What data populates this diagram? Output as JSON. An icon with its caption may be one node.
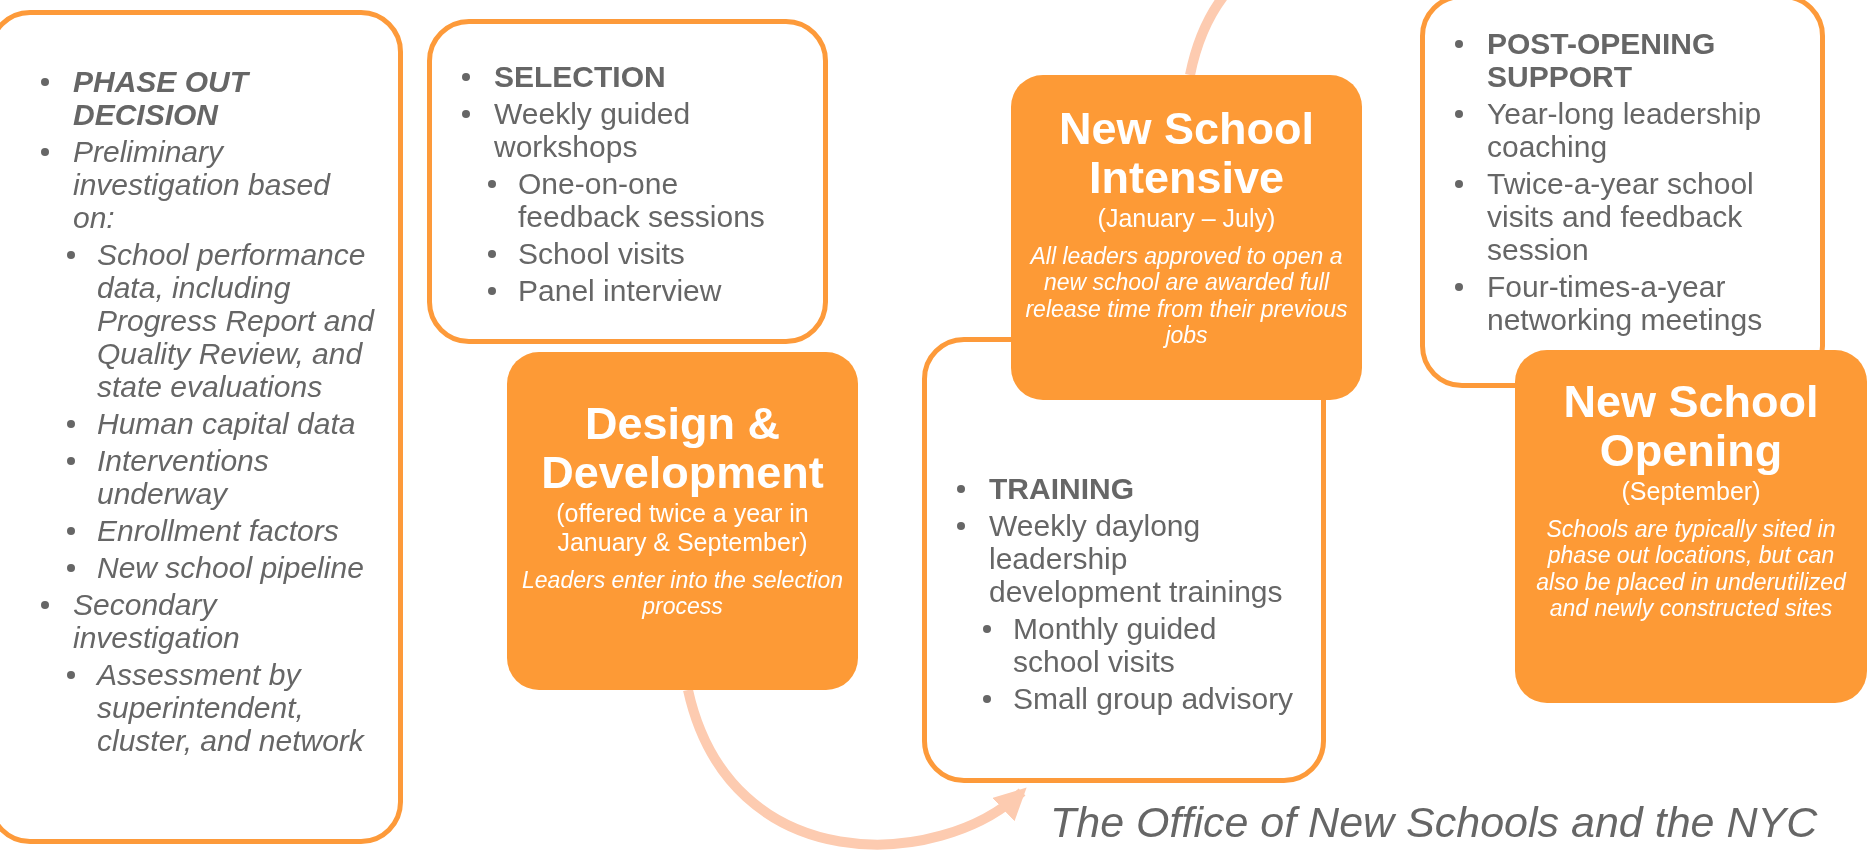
{
  "diagram": {
    "nodes": [
      {
        "text": [
          "PHASE OUT DECISION",
          "Preliminary investigation based on:",
          "School performance data, including Progress Report and Quality Review, and state evaluations",
          "Human capital data",
          "Interventions underway",
          "Enrollment factors",
          "New school pipeline",
          "Secondary investigation",
          "Assessment by superintendent, cluster, and network"
        ]
      },
      {
        "text": [
          "SELECTION",
          "Weekly guided workshops",
          "One-on-one feedback sessions",
          "School visits",
          "Panel interview"
        ]
      },
      {
        "text": [
          "Design & Development",
          "(offered twice a year in January & September)",
          "Leaders enter into the selection process"
        ]
      },
      {
        "text": [
          "New School Intensive",
          "(January – July)",
          "All leaders approved to open a new school are awarded full release time from their previous jobs"
        ]
      },
      {
        "text": [
          "TRAINING",
          "Weekly daylong leadership development trainings",
          "Monthly guided school visits",
          "Small group advisory"
        ]
      },
      {
        "text": [
          "POST-OPENING SUPPORT",
          "Year-long leadership coaching",
          "Twice-a-year school visits and feedback session",
          "Four-times-a-year networking meetings"
        ]
      },
      {
        "text": [
          "New School Opening",
          "(September)",
          "Schools are typically sited in phase out locations, but can also be placed in underutilized and newly constructed sites"
        ]
      }
    ],
    "edges": [
      {
        "from": 2,
        "to": 4,
        "arrow": "to"
      },
      {
        "from": 3,
        "to": null,
        "arrow": "none"
      }
    ],
    "labels": [
      "The Office of New Schools and the NYC"
    ]
  }
}
